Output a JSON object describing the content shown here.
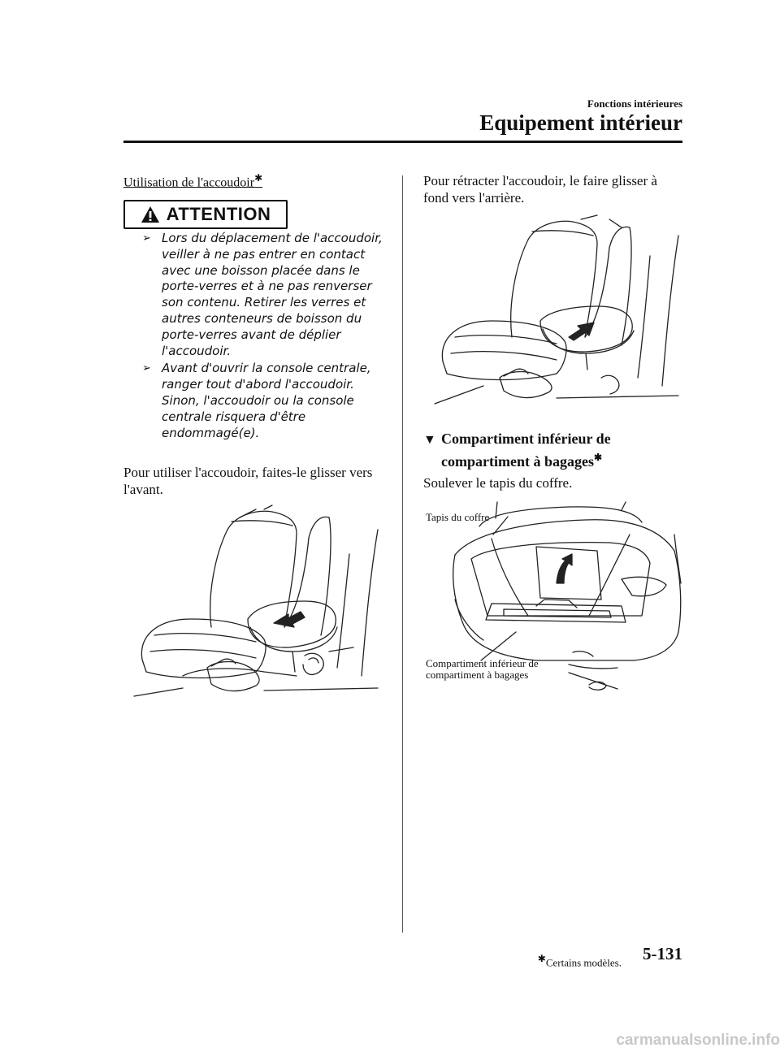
{
  "header": {
    "section": "Fonctions intérieures",
    "chapter": "Equipement intérieur"
  },
  "left": {
    "subheading": "Utilisation de l'accoudoir",
    "subheading_star": "",
    "attention_label": "ATTENTION",
    "bullets": [
      "Lors du déplacement de l'accoudoir, veiller à ne pas entrer en contact avec une boisson placée dans le porte-verres et à ne pas renverser son contenu. Retirer les verres et autres conteneurs de boisson du porte-verres avant de déplier l'accoudoir.",
      "Avant d'ouvrir la console centrale, ranger tout d'abord l'accoudoir. Sinon, l'accoudoir ou la console centrale risquera d'être endommagé(e)."
    ],
    "paragraph": "Pour utiliser l'accoudoir, faites-le glisser vers l'avant."
  },
  "right": {
    "paragraph1": "Pour rétracter l'accoudoir, le faire glisser à fond vers l'arrière.",
    "heading_line1": "Compartiment inférieur de",
    "heading_line2": "compartiment à bagages",
    "heading_star": "",
    "paragraph2": "Soulever le tapis du coffre.",
    "fig_label_mat": "Tapis du coffre",
    "fig_label_comp_1": "Compartiment inférieur de",
    "fig_label_comp_2": "compartiment à bagages"
  },
  "footer": {
    "note": "Certains modèles.",
    "note_star": "",
    "page": "5-131"
  },
  "watermark": "carmanualsonline.info",
  "icons": {
    "warning": "warning-triangle-icon",
    "bullet": "arrow-bullet-icon",
    "heading_marker": "down-triangle-icon"
  }
}
